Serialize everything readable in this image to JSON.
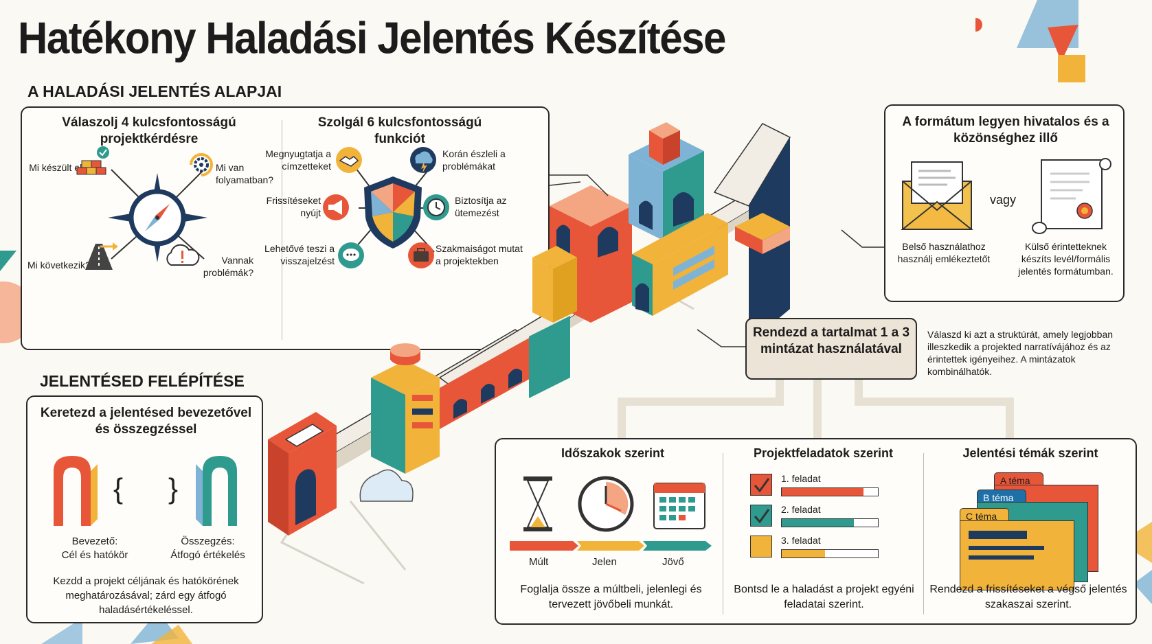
{
  "title": "Hatékony Haladási Jelentés Készítése",
  "basics": {
    "heading": "A HALADÁSI JELENTÉS ALAPJAI",
    "questions": {
      "title": "Válaszolj 4 kulcsfontosságú projektkérdésre",
      "items": [
        "Mi készült el?",
        "Mi van folyamatban?",
        "Mi következik?",
        "Vannak problémák?"
      ]
    },
    "functions": {
      "title": "Szolgál 6 kulcsfontosságú funkciót",
      "items": [
        "Megnyugtatja a címzetteket",
        "Korán észleli a problémákat",
        "Frissítéseket nyújt",
        "Biztosítja az ütemezést",
        "Lehetővé teszi a visszajelzést",
        "Szakmaiságot mutat a projektekben"
      ]
    }
  },
  "format": {
    "title": "A formátum legyen hivatalos és a közönséghez illő",
    "or": "vagy",
    "internal": "Belső használathoz használj emlékeztetőt",
    "external": "Külső érintetteknek készíts levél/formális jelentés formátumban."
  },
  "build": {
    "heading": "JELENTÉSED FELÉPÍTÉSE",
    "title": "Keretezd a jelentésed bevezetővel és összegzéssel",
    "intro_label": "Bevezető:",
    "intro_text": "Cél és hatókör",
    "summary_label": "Összegzés:",
    "summary_text": "Átfogó értékelés",
    "description": "Kezdd a projekt céljának és hatókörének meghatározásával; zárd egy átfogó haladásértékeléssel."
  },
  "organize": {
    "title": "Rendezd a tartalmat 1 a 3 mintázat használatával",
    "description": "Válaszd ki azt a struktúrát, amely legjobban illeszkedik a projekted narratívájához és az érintettek igényeihez. A mintázatok kombinálhatók."
  },
  "patterns": {
    "time": {
      "title": "Időszakok szerint",
      "labels": [
        "Múlt",
        "Jelen",
        "Jövő"
      ],
      "description": "Foglalja össze a múltbeli, jelenlegi és tervezett jövőbeli munkát."
    },
    "tasks": {
      "title": "Projektfeladatok szerint",
      "items": [
        {
          "label": "1. feladat",
          "progress": 0.85,
          "color": "#e8563a"
        },
        {
          "label": "2. feladat",
          "progress": 0.75,
          "color": "#2f9a8e"
        },
        {
          "label": "3. feladat",
          "progress": 0.45,
          "color": "#f2b33a"
        }
      ],
      "description": "Bontsd le a haladást a projekt egyéni feladatai szerint."
    },
    "topics": {
      "title": "Jelentési témák szerint",
      "tabs": [
        "A téma",
        "B téma",
        "C téma"
      ],
      "description": "Rendezd a frissítéseket a végső jelentés szakaszai szerint."
    }
  },
  "colors": {
    "orange": "#e8563a",
    "teal": "#2f9a8e",
    "yellow": "#f2b33a",
    "navy": "#1f3a5f",
    "blue": "#7fb3d5",
    "peach": "#f4a582"
  }
}
